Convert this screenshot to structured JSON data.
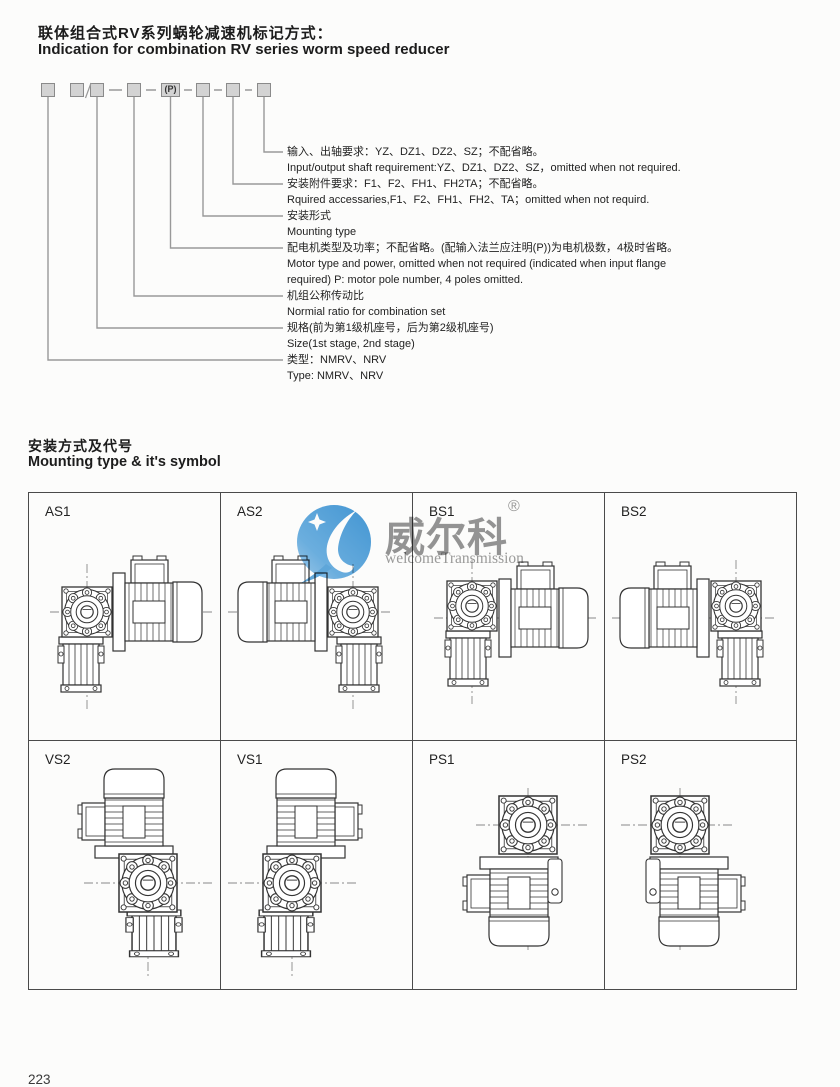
{
  "page": {
    "number": "223"
  },
  "header": {
    "title_zh": "联体组合式RV系列蜗轮减速机标记方式：",
    "title_en": "Indication for combination RV series worm speed reducer"
  },
  "code": {
    "slash": "/",
    "p_box": "(P)",
    "labels": [
      {
        "zh": "输入、出轴要求：YZ、DZ1、DZ2、SZ；不配省略。",
        "en": "Input/output shaft requirement:YZ、DZ1、DZ2、SZ，omitted when not required."
      },
      {
        "zh": "安装附件要求：F1、F2、FH1、FH2TA；不配省略。",
        "en": "Rquired accessaries,F1、F2、FH1、FH2、TA；omitted when not requird."
      },
      {
        "zh": "安装形式",
        "en": "Mounting type"
      },
      {
        "zh": "配电机类型及功率；不配省略。(配输入法兰应注明(P))为电机极数，4极时省略。",
        "en": "Motor type and power, omitted when not required (indicated when input flange",
        "en2": "required) P: motor pole number, 4 poles omitted."
      },
      {
        "zh": "机组公称传动比",
        "en": "Normial ratio for combination set"
      },
      {
        "zh": "规格(前为第1级机座号，后为第2级机座号)",
        "en": "Size(1st stage, 2nd stage)"
      },
      {
        "zh": "类型：NMRV、NRV",
        "en": "Type: NMRV、NRV"
      }
    ]
  },
  "mounting": {
    "title_zh": "安装方式及代号",
    "title_en": "Mounting type & it's symbol",
    "symbols": [
      "AS1",
      "AS2",
      "BS1",
      "BS2",
      "VS2",
      "VS1",
      "PS1",
      "PS2"
    ]
  },
  "watermark": {
    "brand": "威尔科",
    "reg": "®",
    "subtitle": "welcomeTransmission",
    "logo_blue": "#4196d4",
    "text_gray": "#9a9a9a"
  }
}
